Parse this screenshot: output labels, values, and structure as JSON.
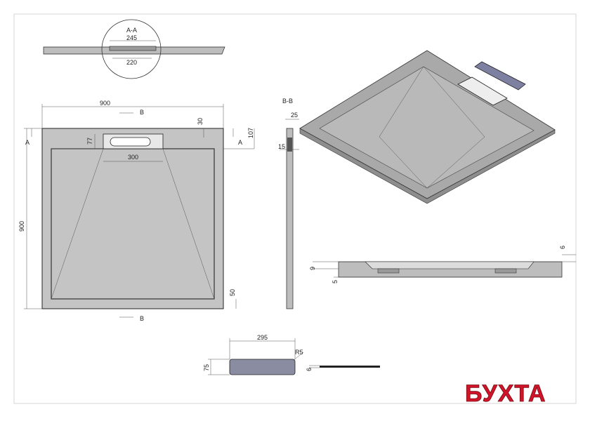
{
  "section_aa": {
    "label": "A-A",
    "dim_top": "245",
    "dim_bottom": "220"
  },
  "plan": {
    "width": "900",
    "height": "900",
    "drain_width": "300",
    "drain_depth": "77",
    "drain_offset": "30",
    "right_offset": "107",
    "border": "50",
    "cut_a": "A",
    "cut_b": "B"
  },
  "section_bb": {
    "label": "B-B",
    "dim_top": "25",
    "dim_mid": "15"
  },
  "side_profile": {
    "dim_left_top": "9",
    "dim_left_bottom": "5",
    "dim_right": "6"
  },
  "drain_cover": {
    "width": "295",
    "height": "75",
    "radius": "R5",
    "thickness": "6"
  },
  "logo": {
    "text": "БУХТА",
    "color": "#d0142a"
  },
  "colors": {
    "tray_fill": "#c4c4c4",
    "iso_fill": "#a9a9a9",
    "cover_fill": "#888aa0"
  }
}
